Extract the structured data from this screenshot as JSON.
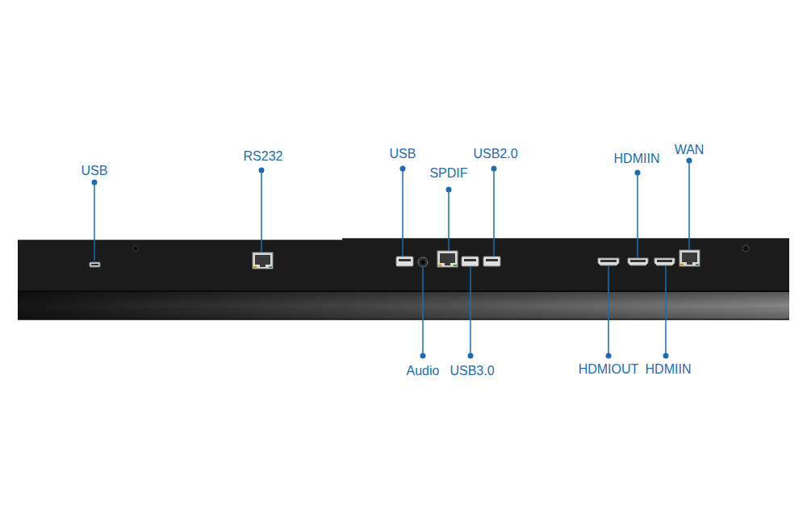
{
  "diagram": {
    "labels": [
      "USB",
      "RS232",
      "USB",
      "SPDIF",
      "USB2.0",
      "HDMIIN",
      "WAN",
      "Audio",
      "USB3.0",
      "HDMIOUT",
      "HDMIIN"
    ]
  }
}
